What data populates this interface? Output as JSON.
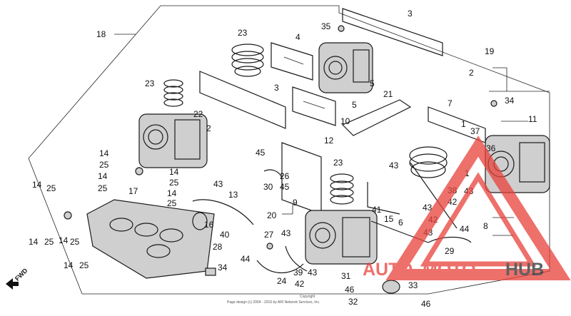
{
  "diagram": {
    "labels": [
      "18",
      "23",
      "4",
      "35",
      "3",
      "19",
      "23",
      "3",
      "5",
      "21",
      "2",
      "34",
      "11",
      "22",
      "2",
      "1",
      "12",
      "10",
      "7",
      "37",
      "36",
      "14",
      "25",
      "14",
      "14",
      "25",
      "45",
      "23",
      "43",
      "25",
      "17",
      "14",
      "25",
      "26",
      "30",
      "45",
      "13",
      "43",
      "38",
      "42",
      "41",
      "43",
      "1",
      "14",
      "25",
      "9",
      "40",
      "43",
      "16",
      "20",
      "27",
      "15",
      "6",
      "43",
      "42",
      "8",
      "44",
      "29",
      "28",
      "14",
      "25",
      "14",
      "25",
      "14",
      "25",
      "43",
      "44",
      "34",
      "39",
      "43",
      "24",
      "42",
      "31",
      "46",
      "32",
      "33",
      "46",
      "5"
    ],
    "fwd_label": "FWD",
    "copyright_line1": "Copyright",
    "copyright_line2": "Page design (c) 2004 - 2016 by ARI Network Services, Inc.",
    "watermark": {
      "text_left": "AUTO",
      "text_mid": "MOTO",
      "text_right": "HUB",
      "color_primary": "#e8413a",
      "color_dark": "#2b2b2b"
    }
  }
}
